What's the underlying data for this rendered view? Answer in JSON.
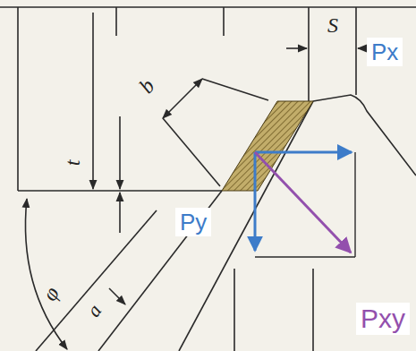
{
  "diagram": {
    "labels": [
      "S",
      "b",
      "t",
      "φ",
      "a",
      "Px",
      "Py",
      "Pxy"
    ]
  }
}
